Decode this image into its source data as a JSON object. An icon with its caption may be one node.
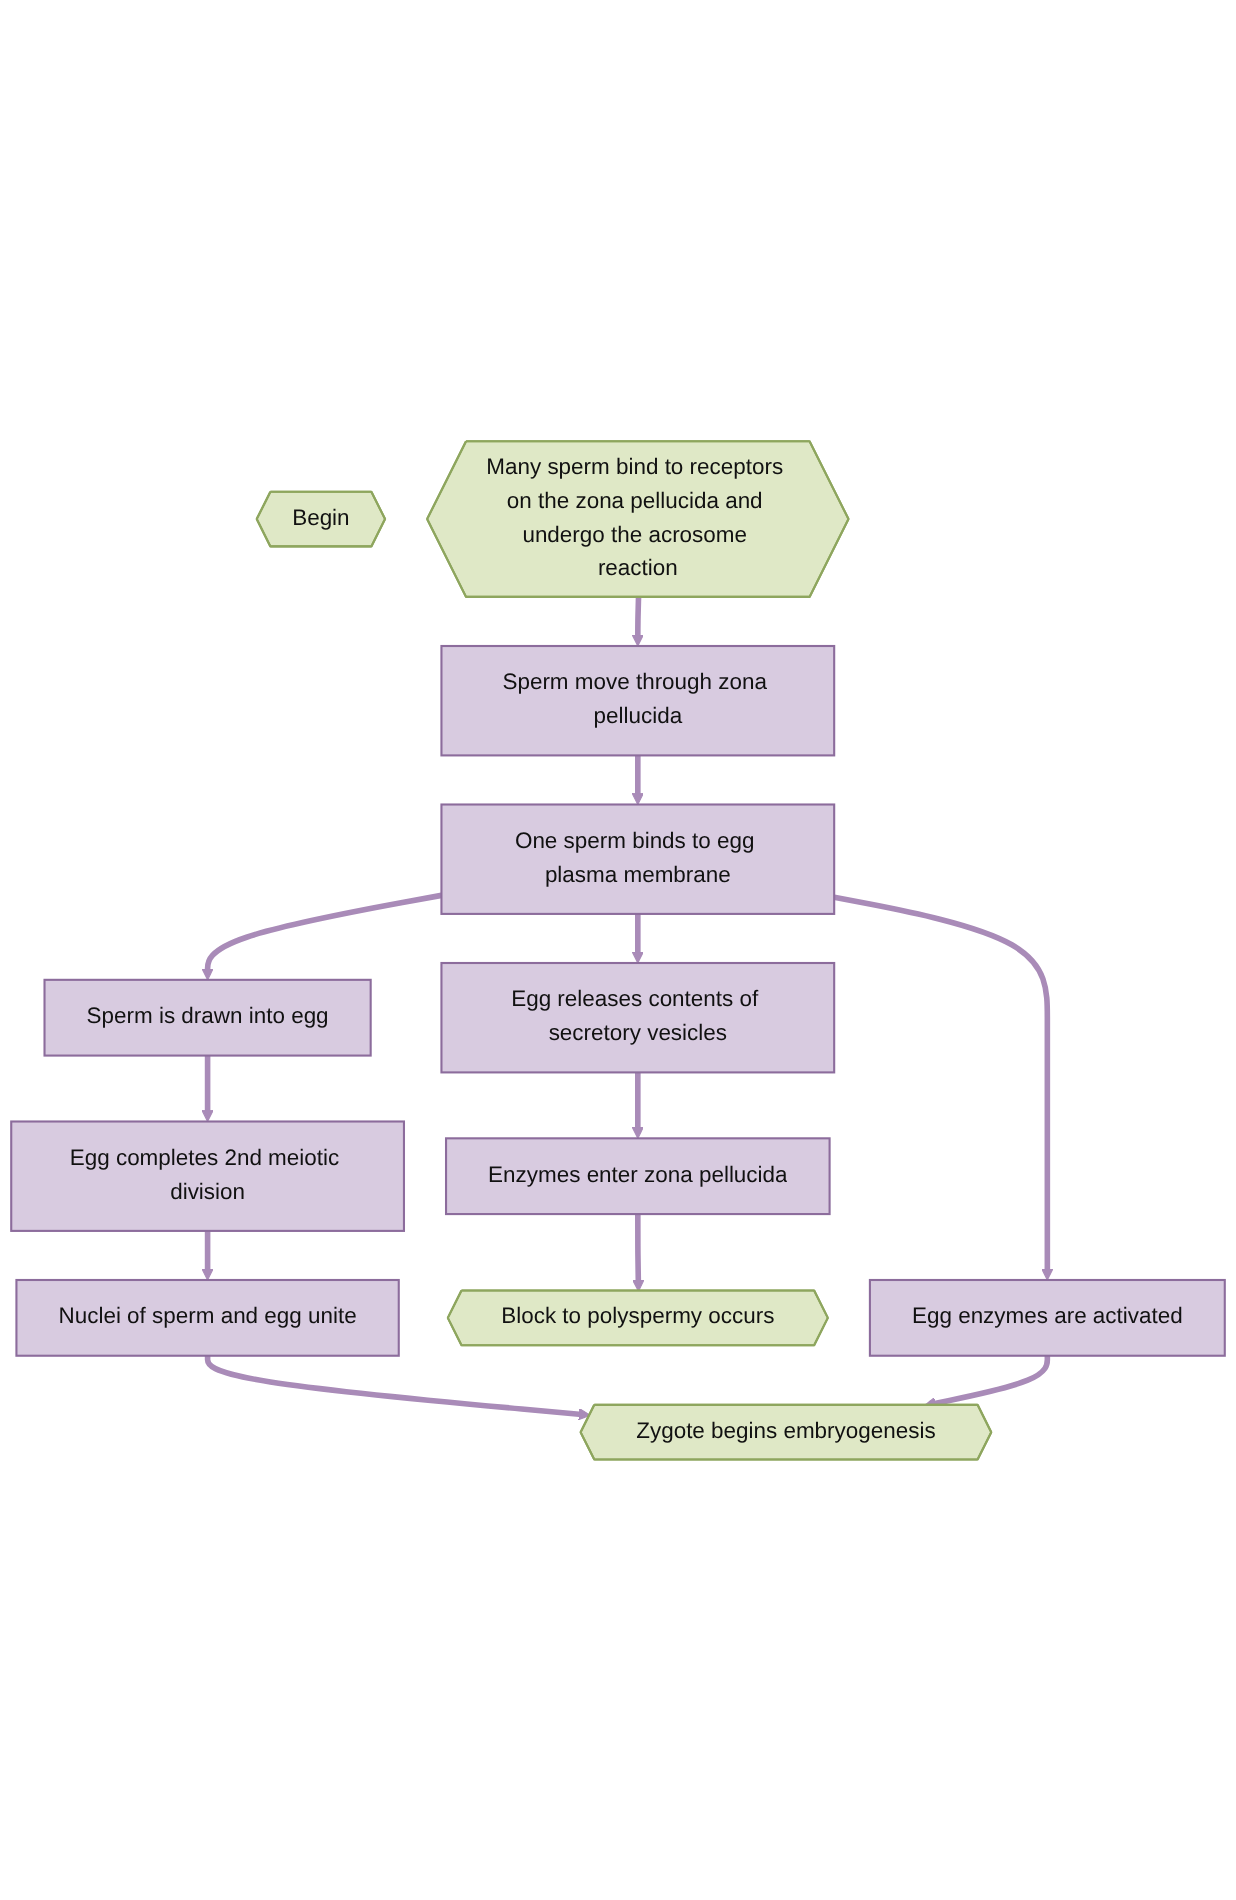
{
  "diagram": {
    "nodes": [
      {
        "text": [
          "Begin"
        ]
      },
      {
        "text": [
          "Many sperm bind to receptors on the zona pellucida and undergo the acrosome reaction"
        ]
      },
      {
        "text": [
          "Sperm move through zona pellucida"
        ]
      },
      {
        "text": [
          "One sperm binds to egg plasma membrane"
        ]
      },
      {
        "text": [
          "Egg releases contents of secretory vesicles"
        ]
      },
      {
        "text": [
          "Sperm is drawn into egg"
        ]
      },
      {
        "text": [
          "Egg enzymes are activated"
        ]
      },
      {
        "text": [
          "Enzymes enter zona pellucida"
        ]
      },
      {
        "text": [
          "Egg completes 2nd meiotic division"
        ]
      },
      {
        "text": [
          "Block to polyspermy occurs"
        ]
      },
      {
        "text": [
          "Nuclei of sperm and egg unite"
        ]
      },
      {
        "text": [
          "Zygote begins embryogenesis"
        ]
      }
    ],
    "edges": [
      {
        "from": 1,
        "to": 2,
        "arrow": "to"
      },
      {
        "from": 2,
        "to": 3,
        "arrow": "to"
      },
      {
        "from": 3,
        "to": 4,
        "arrow": "to"
      },
      {
        "from": 3,
        "to": 5,
        "arrow": "to"
      },
      {
        "from": 3,
        "to": 6,
        "arrow": "to"
      },
      {
        "from": 4,
        "to": 7,
        "arrow": "to"
      },
      {
        "from": 7,
        "to": 9,
        "arrow": "to"
      },
      {
        "from": 5,
        "to": 8,
        "arrow": "to"
      },
      {
        "from": 8,
        "to": 10,
        "arrow": "to"
      },
      {
        "from": 10,
        "to": 11,
        "arrow": "to"
      },
      {
        "from": 6,
        "to": 11,
        "arrow": "to"
      }
    ]
  }
}
